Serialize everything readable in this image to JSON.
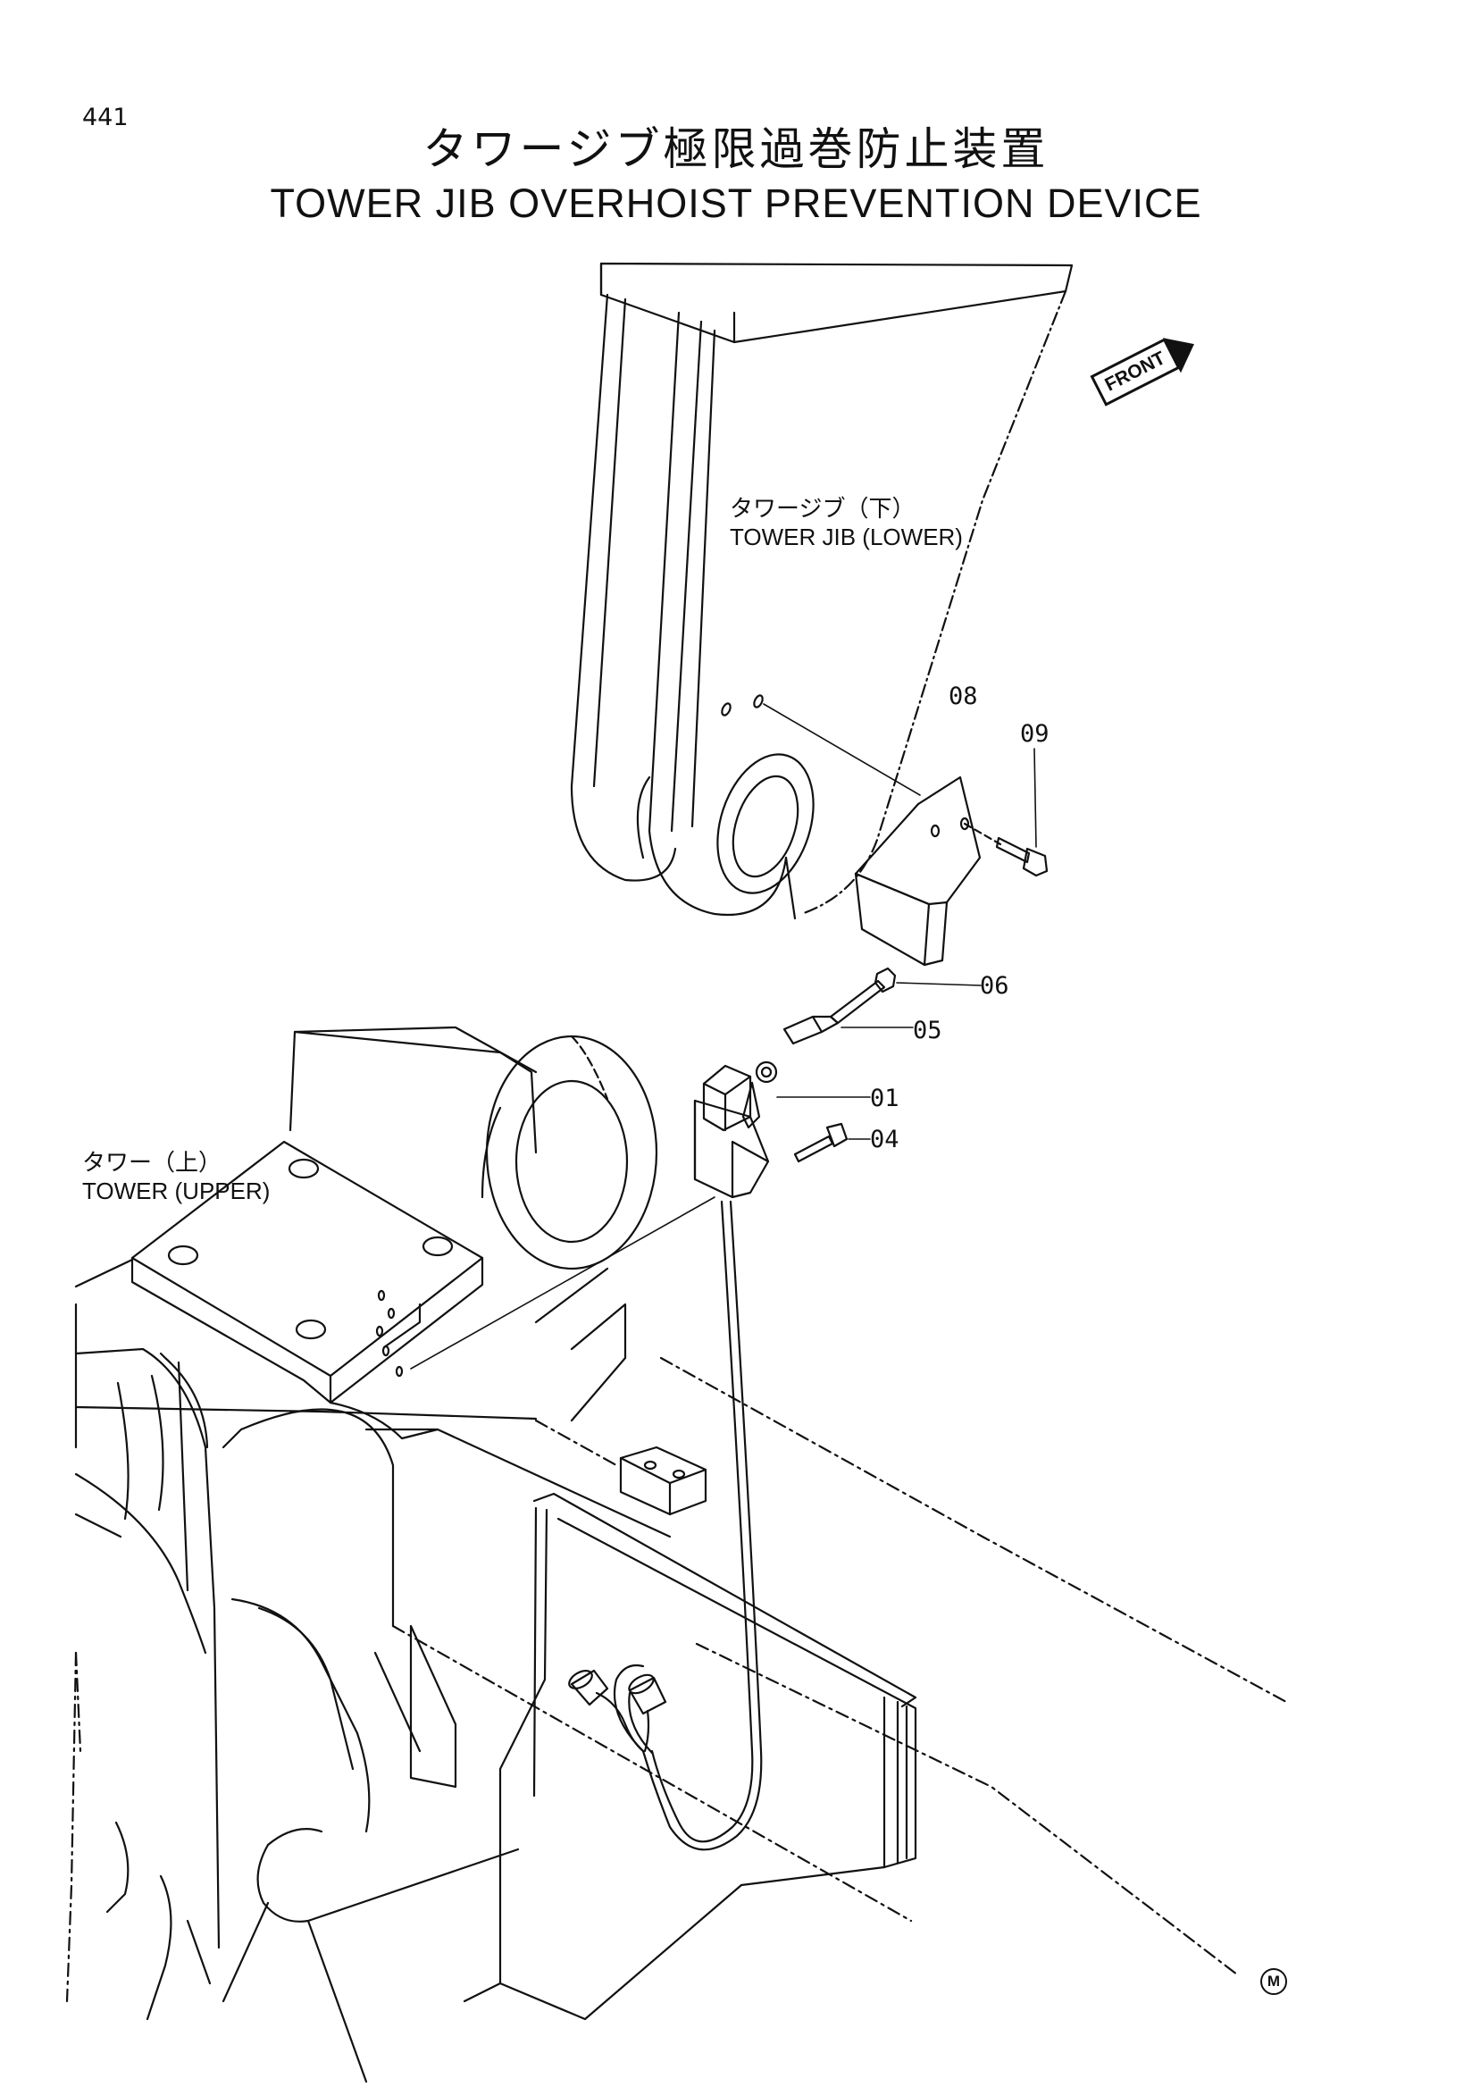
{
  "page": {
    "number": "441",
    "copyright_mark": "M"
  },
  "title": {
    "jp": "タワージブ極限過巻防止装置",
    "en": "TOWER JIB OVERHOIST PREVENTION DEVICE"
  },
  "front_indicator": "FRONT",
  "labels": {
    "tower_jib_lower_jp": "タワージブ（下）",
    "tower_jib_lower_en": "TOWER JIB (LOWER)",
    "tower_upper_jp": "タワー（上）",
    "tower_upper_en": "TOWER (UPPER)"
  },
  "callouts": [
    {
      "id": "08",
      "part": "bracket"
    },
    {
      "id": "09",
      "part": "bolt"
    },
    {
      "id": "06",
      "part": "nut"
    },
    {
      "id": "05",
      "part": "adjusting-bolt"
    },
    {
      "id": "01",
      "part": "limit-switch"
    },
    {
      "id": "04",
      "part": "switch-bolt"
    }
  ]
}
